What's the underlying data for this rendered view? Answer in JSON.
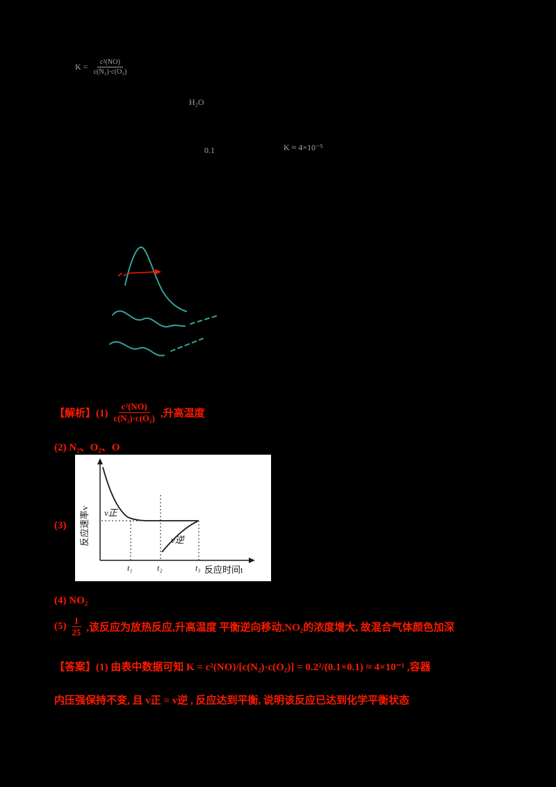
{
  "colors": {
    "background": "#000000",
    "text_gray": "#a6a6a6",
    "accent_red": "#ff1a00",
    "sketch_teal": "#35a49e",
    "chart_background": "#ffffff",
    "chart_ink": "#1a1a1a"
  },
  "top": {
    "formula1": {
      "prefix": "K =",
      "num": "c²(NO)",
      "den": "c(N₂)·c(O₂)"
    },
    "h2o": "H₂O",
    "frag1": "0.1",
    "frag2": "K ≈ 4×10⁻⁵"
  },
  "analysis": {
    "label": "【解析】(1)",
    "q1_frac": {
      "num": "c²(NO)",
      "den": "c(N₂)·c(O₂)"
    },
    "q1_suffix": ",升高温度",
    "q2": "(2) N₂、O₂、O",
    "q3_label": "(3)",
    "q4": "(4) NO₂",
    "q5_label": "(5)",
    "q5_frac": {
      "num": "1",
      "den": "25"
    },
    "q5_text": ",该反应为放热反应,升高温度 平衡逆向移动,NO₂的浓度增大, 故混合气体颜色加深"
  },
  "answer": {
    "line1": "【答案】(1) 由表中数据可知 K = c²(NO)/[c(N₂)·c(O₂)] = 0.2²/(0.1×0.1) ≈ 4×10⁻¹ ,容器",
    "line2": "内压强保持不变, 且 v正 = v逆 , 反应达到平衡, 说明该反应已达到化学平衡状态"
  },
  "chart": {
    "ylabel": "反应速率v",
    "xlabel": "反应时间t",
    "v_forward": "v正",
    "v_reverse": "v逆",
    "t1": "t₁",
    "t2": "t₂",
    "t3": "t₃"
  },
  "chart_data": {
    "type": "line",
    "title": "",
    "xlabel": "反应时间t",
    "ylabel": "反应速率v",
    "x_ticks": [
      "t₁",
      "t₂",
      "t₃"
    ],
    "series": [
      {
        "name": "v正",
        "description": "forward rate: starts high, decays to equilibrium plateau before t₁, stays constant through t₃",
        "x": [
          0,
          0.3,
          0.6,
          1.0,
          1.5,
          2.0,
          2.8
        ],
        "values": [
          1.0,
          0.72,
          0.55,
          0.45,
          0.45,
          0.45,
          0.45
        ]
      },
      {
        "name": "v逆",
        "description": "reverse rate: rises from low value starting at t₂ and approaches the plateau at t₃",
        "x": [
          1.5,
          1.9,
          2.4,
          2.8
        ],
        "values": [
          0.1,
          0.2,
          0.35,
          0.44
        ]
      }
    ],
    "annotations": [
      "dashed vertical guide lines at t₁, t₂ and t₃",
      "dashed horizontal guide line at the equilibrium rate level"
    ],
    "legend_position": "inline labels on curves",
    "grid": false
  }
}
